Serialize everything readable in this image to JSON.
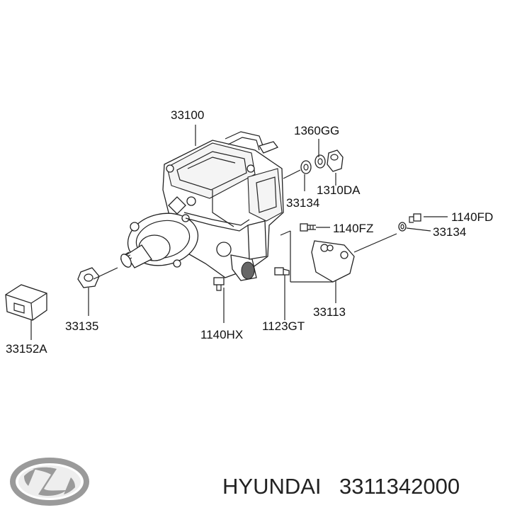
{
  "parts": {
    "p33100": "33100",
    "p1360GG": "1360GG",
    "p1310DA": "1310DA",
    "p33134a": "33134",
    "p1140FZ": "1140FZ",
    "p1140FD": "1140FD",
    "p33134b": "33134",
    "p33135": "33135",
    "p33152A": "33152A",
    "p1140HX": "1140HX",
    "p1123GT": "1123GT",
    "p33113": "33113"
  },
  "caption": {
    "brand": "HYUNDAI",
    "part_number": "3311342000"
  },
  "colors": {
    "line": "#222222",
    "logo": "#9a9a9a",
    "background": "#ffffff"
  }
}
